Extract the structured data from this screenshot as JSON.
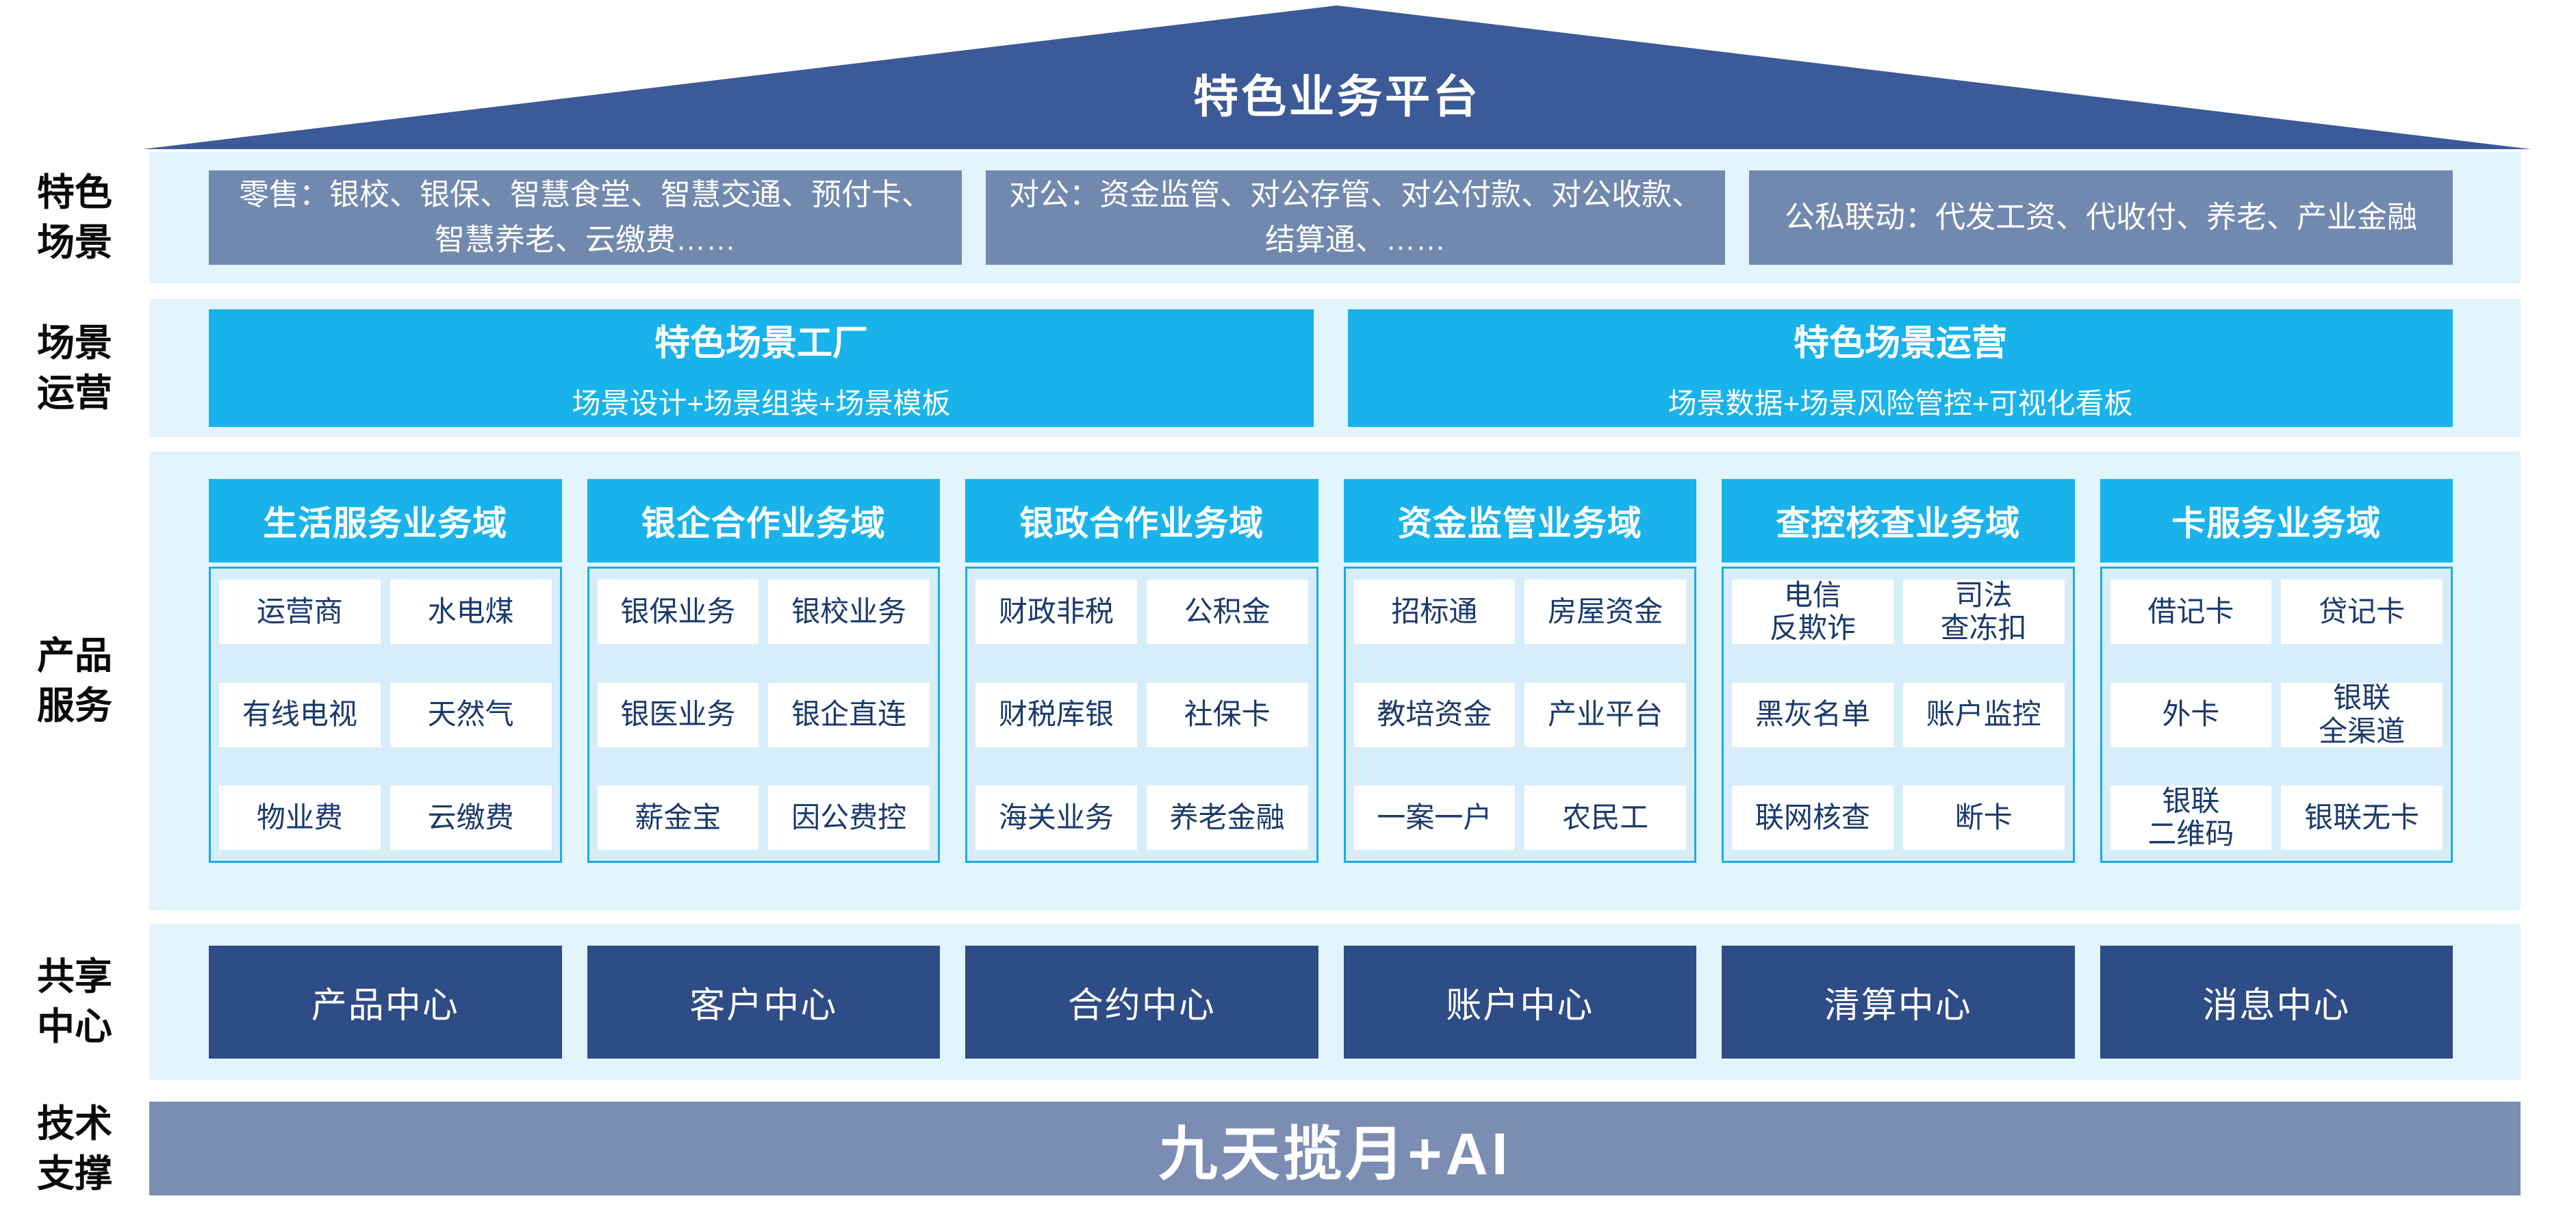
{
  "banner": {
    "title": "特色业务平台"
  },
  "side_labels": {
    "scene": "特色\n场景",
    "operation": "场景\n运营",
    "product": "产品\n服务",
    "share": "共享\n中心",
    "tech": "技术\n支撑"
  },
  "scene_band": {
    "boxes": [
      "零售：银校、银保、智慧食堂、智慧交通、预付卡、智慧养老、云缴费……",
      "对公：资金监管、对公存管、对公付款、对公收款、结算通、……",
      "公私联动：代发工资、代收付、养老、产业金融"
    ]
  },
  "operation_band": {
    "factory": {
      "title": "特色场景工厂",
      "subtitle": "场景设计+场景组装+场景模板"
    },
    "operation": {
      "title": "特色场景运营",
      "subtitle": "场景数据+场景风险管控+可视化看板"
    }
  },
  "product_band": {
    "columns": [
      {
        "header": "生活服务业务域",
        "cells": [
          "运营商",
          "水电煤",
          "有线电视",
          "天然气",
          "物业费",
          "云缴费"
        ]
      },
      {
        "header": "银企合作业务域",
        "cells": [
          "银保业务",
          "银校业务",
          "银医业务",
          "银企直连",
          "薪金宝",
          "因公费控"
        ]
      },
      {
        "header": "银政合作业务域",
        "cells": [
          "财政非税",
          "公积金",
          "财税库银",
          "社保卡",
          "海关业务",
          "养老金融"
        ]
      },
      {
        "header": "资金监管业务域",
        "cells": [
          "招标通",
          "房屋资金",
          "教培资金",
          "产业平台",
          "一案一户",
          "农民工"
        ]
      },
      {
        "header": "查控核查业务域",
        "cells": [
          "电信\n反欺诈",
          "司法\n查冻扣",
          "黑灰名单",
          "账户监控",
          "联网核查",
          "断卡"
        ]
      },
      {
        "header": "卡服务业务域",
        "cells": [
          "借记卡",
          "贷记卡",
          "外卡",
          "银联\n全渠道",
          "银联\n二维码",
          "银联无卡"
        ]
      }
    ]
  },
  "share_band": {
    "centers": [
      "产品中心",
      "客户中心",
      "合约中心",
      "账户中心",
      "清算中心",
      "消息中心"
    ]
  },
  "tech_band": {
    "label": "九天揽月+AI"
  },
  "colors": {
    "banner": "#3B5A97",
    "band_bg": "#E2F4FC",
    "scene_box": "#7289AF",
    "accent_cyan": "#18B3EA",
    "panel_bg": "#D8EDFA",
    "panel_border": "#19ADE3",
    "cell_text": "#1A3A6C",
    "center_box": "#2E4C85",
    "tech_bar": "#7B8DB3"
  }
}
